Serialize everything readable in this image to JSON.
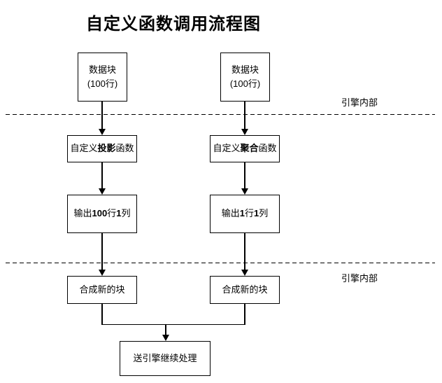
{
  "title": "自定义函数调用流程图",
  "engine_labels": {
    "top": "引擎内部",
    "bottom": "引擎内部"
  },
  "nodes": {
    "left_source": {
      "lines": [
        [
          {
            "t": "数据块"
          }
        ],
        [
          {
            "t": "(100行)"
          }
        ]
      ]
    },
    "right_source": {
      "lines": [
        [
          {
            "t": "数据块"
          }
        ],
        [
          {
            "t": "(100行)"
          }
        ]
      ]
    },
    "left_func": {
      "lines": [
        [
          {
            "t": "自定义"
          },
          {
            "t": "投影",
            "b": true
          },
          {
            "t": "函数"
          }
        ]
      ]
    },
    "right_func": {
      "lines": [
        [
          {
            "t": "自定义"
          },
          {
            "t": "聚合",
            "b": true
          },
          {
            "t": "函数"
          }
        ]
      ]
    },
    "left_output": {
      "lines": [
        [
          {
            "t": "输出"
          },
          {
            "t": "100",
            "b": true
          },
          {
            "t": "行"
          },
          {
            "t": "1",
            "b": true
          },
          {
            "t": "列"
          }
        ]
      ]
    },
    "right_output": {
      "lines": [
        [
          {
            "t": "输出"
          },
          {
            "t": "1",
            "b": true
          },
          {
            "t": "行"
          },
          {
            "t": "1",
            "b": true
          },
          {
            "t": "列"
          }
        ]
      ]
    },
    "left_merge": {
      "lines": [
        [
          {
            "t": "合成新的块"
          }
        ]
      ]
    },
    "right_merge": {
      "lines": [
        [
          {
            "t": "合成新的块"
          }
        ]
      ]
    },
    "sink": {
      "lines": [
        [
          {
            "t": "送引擎继续处理"
          }
        ]
      ]
    }
  },
  "colors": {
    "line": "#000000",
    "box_fill": "#ffffff",
    "text": "#000000",
    "background": "#ffffff"
  }
}
